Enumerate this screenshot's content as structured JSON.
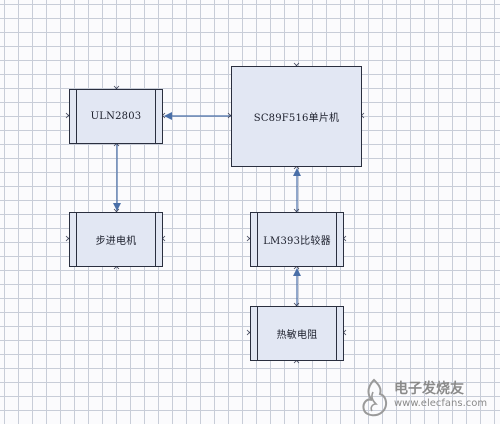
{
  "diagram": {
    "blocks": {
      "mcu": "SC89F516单片机",
      "uln": "ULN2803",
      "stepper": "步进电机",
      "lm393": "LM393比较器",
      "thermistor": "热敏电阻"
    },
    "connections": [
      {
        "from": "mcu",
        "to": "uln"
      },
      {
        "from": "uln",
        "to": "stepper"
      },
      {
        "from": "lm393",
        "to": "mcu"
      },
      {
        "from": "thermistor",
        "to": "lm393"
      }
    ]
  },
  "watermark": {
    "name": "电子发烧友",
    "url": "www.elecfans.com"
  },
  "colors": {
    "arrow": "#4a6fa8",
    "block_fill": "#e2e7f3",
    "grid": "#c8cdd8"
  }
}
